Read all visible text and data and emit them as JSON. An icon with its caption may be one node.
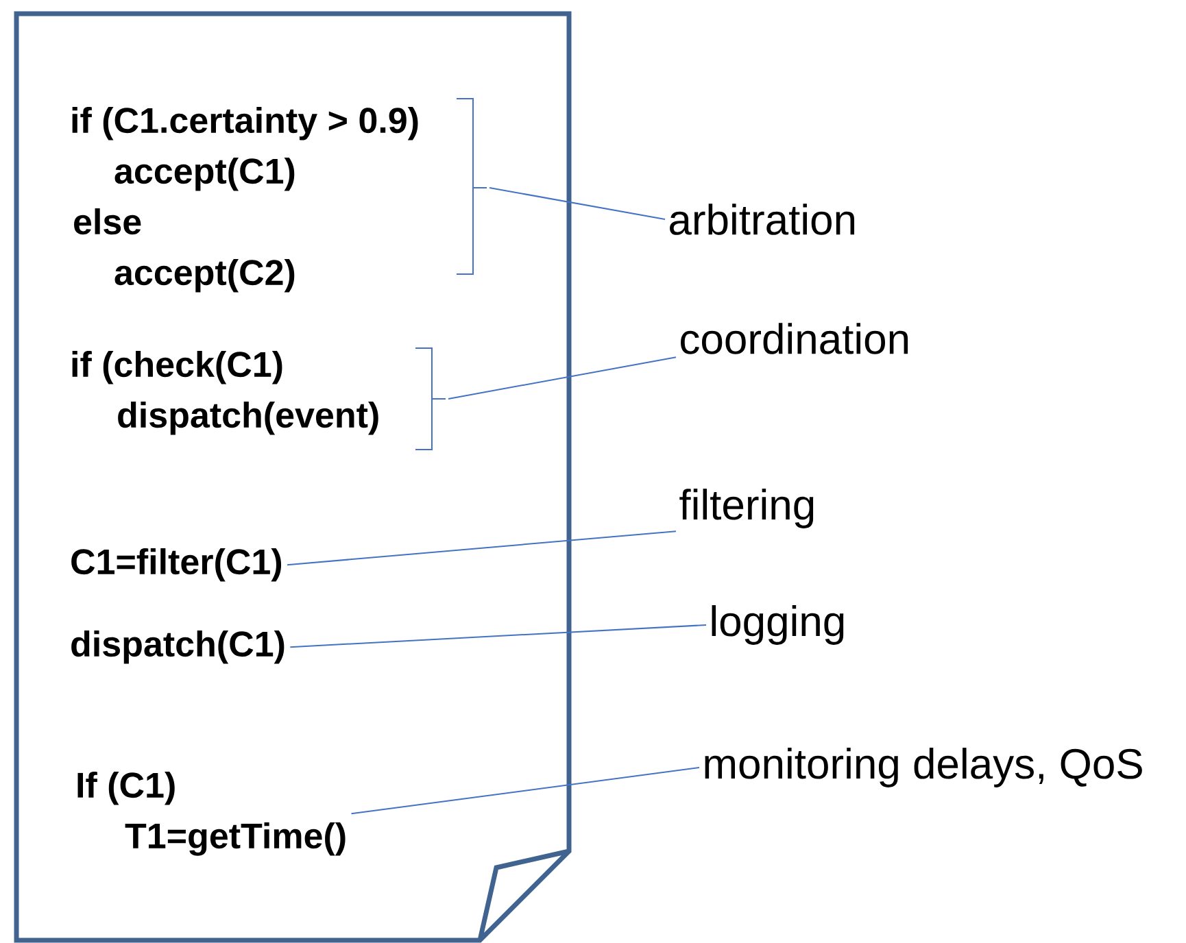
{
  "diagram": {
    "nodes": [
      {
        "text": [],
        "shape": "document"
      },
      {
        "text": [
          "if (C1.certainty > 0.9)",
          "accept(C1)",
          "else",
          "accept(C2)"
        ],
        "in": 0
      },
      {
        "text": [
          "arbitration"
        ]
      },
      {
        "text": [
          "if (check(C1)",
          "dispatch(event)"
        ],
        "in": 0
      },
      {
        "text": [
          "coordination"
        ]
      },
      {
        "text": [
          "C1=filter(C1)"
        ],
        "in": 0
      },
      {
        "text": [
          "filtering"
        ]
      },
      {
        "text": [
          "dispatch(C1)"
        ],
        "in": 0
      },
      {
        "text": [
          "logging"
        ]
      },
      {
        "text": [
          "If (C1)",
          "T1=getTime()"
        ],
        "in": 0
      },
      {
        "text": [
          "monitoring delays, QoS"
        ]
      }
    ],
    "edges": [
      {
        "from": 2,
        "to": 1,
        "arrow": "none"
      },
      {
        "from": 4,
        "to": 3,
        "arrow": "none"
      },
      {
        "from": 6,
        "to": 5,
        "arrow": "none"
      },
      {
        "from": 8,
        "to": 7,
        "arrow": "none"
      },
      {
        "from": 10,
        "to": 9,
        "arrow": "none"
      }
    ]
  }
}
